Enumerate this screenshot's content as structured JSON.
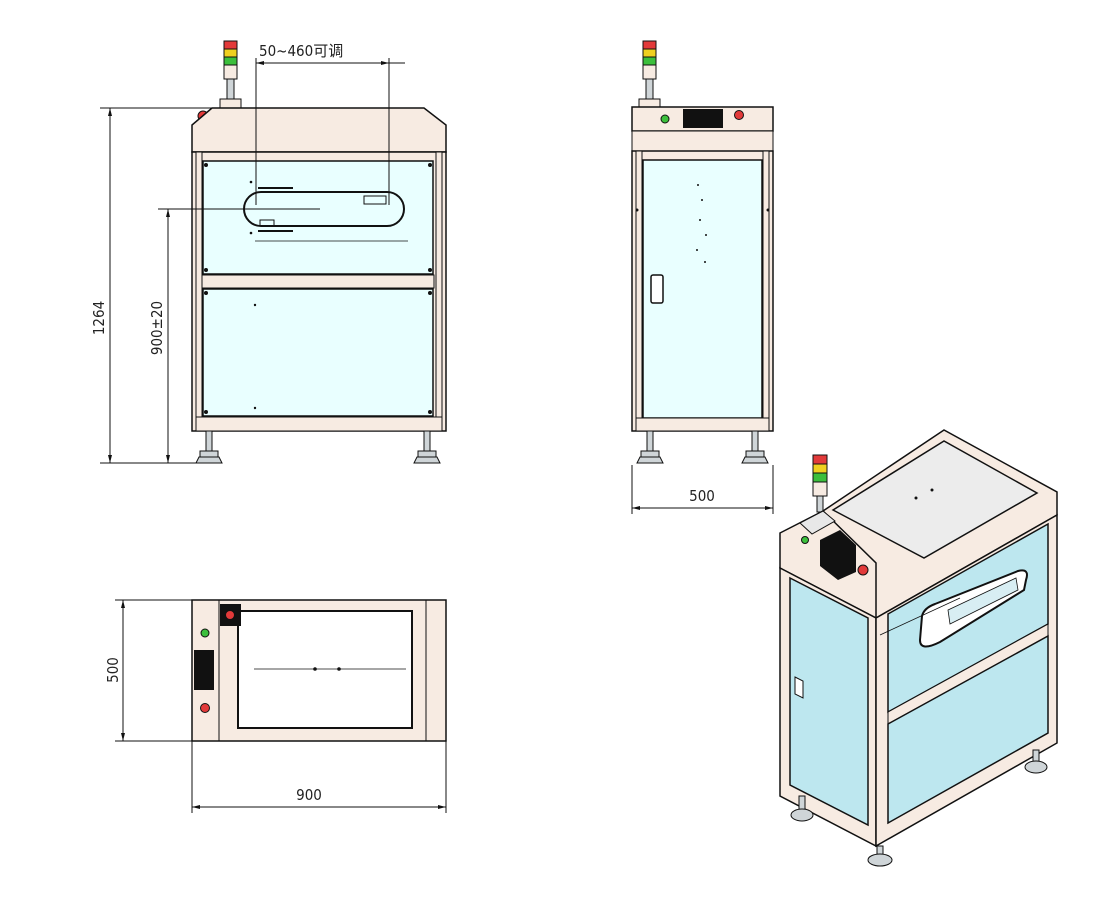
{
  "drawing": {
    "views": [
      "front-view",
      "side-view",
      "top-view",
      "isometric-view"
    ],
    "colors": {
      "panel": "#e9ffff",
      "frame": "#f7ebe2",
      "panel_iso": "#bde7ef",
      "lamp_red": "#e23a3a",
      "lamp_yellow": "#f0d020",
      "lamp_green": "#3cbf3c",
      "outline": "#111111"
    },
    "dimensions": {
      "adjust_range": "50~460可调",
      "overall_height": "1264",
      "conveyor_height": "900±20",
      "depth_side": "500",
      "depth_top": "500",
      "width_top": "900"
    }
  }
}
